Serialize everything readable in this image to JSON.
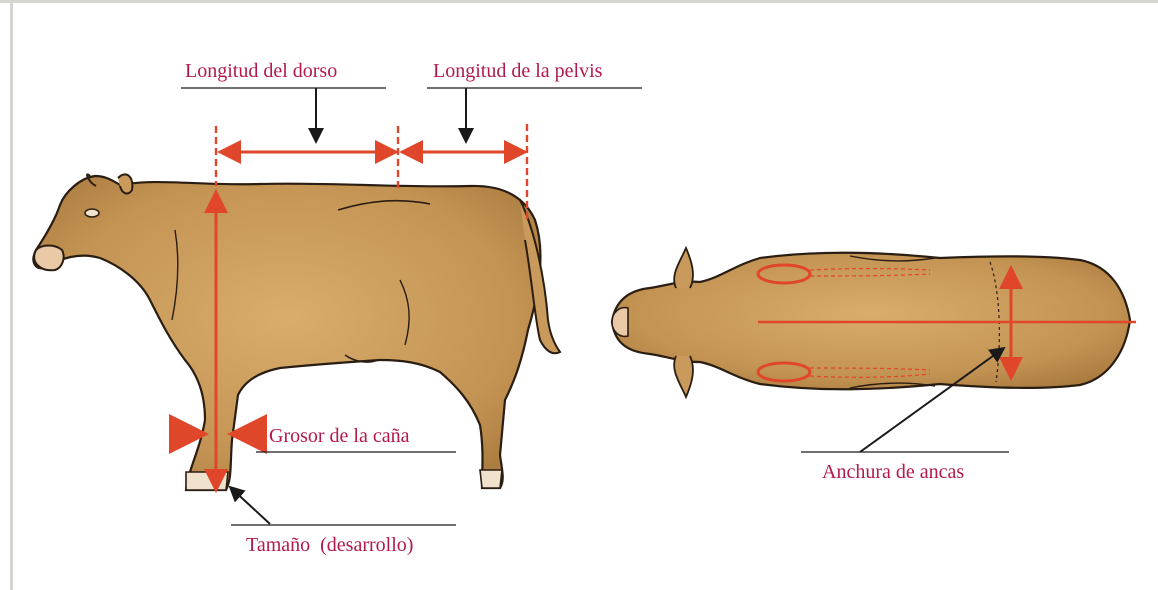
{
  "labels": {
    "longitud_dorso": "Longitud del dorso",
    "longitud_pelvis": "Longitud de la pelvis",
    "grosor_cana": "Grosor de la caña",
    "tamano": "Tamaño  (desarrollo)",
    "anchura_ancas": "Anchura de ancas"
  },
  "colors": {
    "label_text": "#b3194a",
    "measure_line": "#e0462a",
    "cow_body": "#c99a5b",
    "cow_outline": "#2a1d12",
    "frame": "#d4d6cf"
  },
  "icons": {
    "side_view": "cow-side-view-illustration",
    "top_view": "cow-top-view-illustration"
  }
}
